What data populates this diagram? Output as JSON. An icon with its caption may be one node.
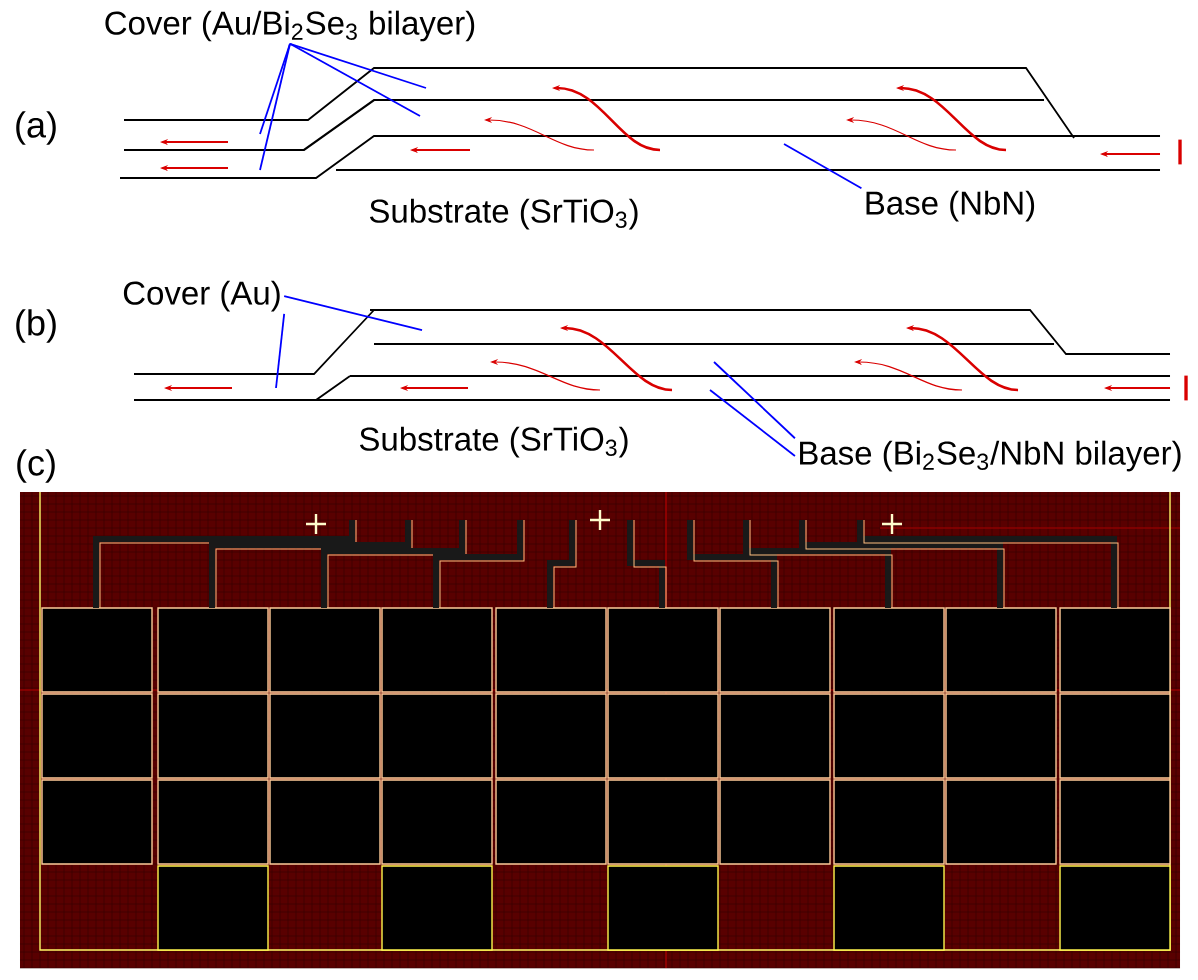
{
  "diagram": {
    "nodes": [
      {
        "text": [
          "Cover (Au/Bi$_{2}$Se$_{3}$ bilayer)"
        ]
      },
      {
        "text": [
          "Base (NbN)"
        ]
      },
      {
        "text": [
          "Cover (Au)"
        ]
      },
      {
        "text": [
          "Base (Bi$_{2}$Se$_{3}$/NbN bilayer)"
        ]
      }
    ],
    "edges": [
      {
        "from": 0,
        "to": null,
        "arrow": "none"
      },
      {
        "from": 0,
        "to": null,
        "arrow": "none"
      },
      {
        "from": 0,
        "to": null,
        "arrow": "none"
      },
      {
        "from": 0,
        "to": null,
        "arrow": "none"
      },
      {
        "from": 1,
        "to": null,
        "arrow": "none"
      },
      {
        "from": 2,
        "to": null,
        "arrow": "none"
      },
      {
        "from": 2,
        "to": null,
        "arrow": "none"
      },
      {
        "from": 3,
        "to": null,
        "arrow": "none"
      },
      {
        "from": 3,
        "to": null,
        "arrow": "none"
      }
    ],
    "labels": [
      "(a)",
      "Substrate (SrTiO$_{3}$)",
      "I",
      "(b)",
      "Substrate (SrTiO$_{3}$)",
      "I",
      "(c)"
    ]
  }
}
